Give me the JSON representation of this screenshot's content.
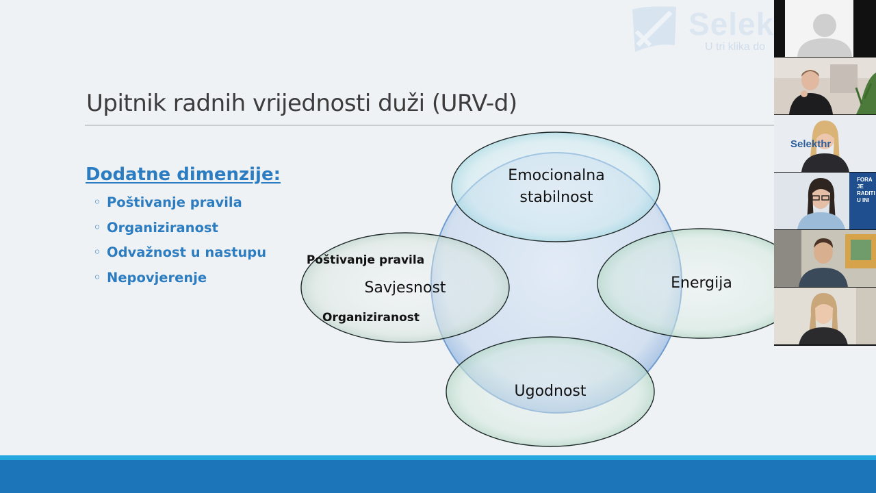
{
  "brand": {
    "logo_text": "Selek",
    "tagline": "U tri klika do"
  },
  "slide": {
    "title": "Upitnik radnih vrijednosti duži (URV-d)",
    "heading": "Dodatne dimenzije:",
    "bullets": [
      "Poštivanje pravila",
      "Organiziranost",
      "Odvažnost u nastupu",
      "Nepovjerenje"
    ]
  },
  "diagram": {
    "top": [
      "Emocionalna",
      "stabilnost"
    ],
    "left": "Savjesnost",
    "right": "Energija",
    "bottom": "Ugodnost",
    "left_sub_top": "Poštivanje pravila",
    "left_sub_bottom": "Organiziranost"
  },
  "participants": {
    "tile2_sign": "Selekthr",
    "tile3_poster": [
      "FORA",
      "JE",
      "RADITI",
      "U INI"
    ]
  },
  "colors": {
    "accent": "#2b7cc0",
    "bar": "#1c74b9",
    "bar_highlight": "#25a8df"
  }
}
